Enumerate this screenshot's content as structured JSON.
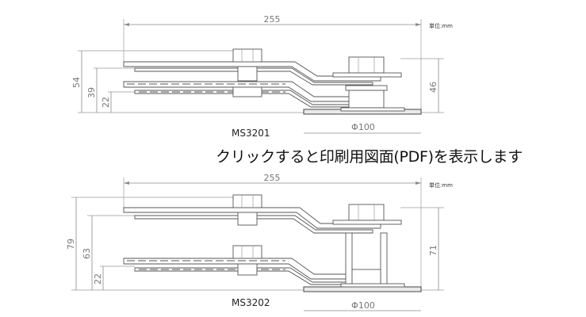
{
  "print_link": "クリックすると印刷用図面(PDF)を表示します",
  "drawings": [
    {
      "model": "MS3201",
      "unit": "単位:mm",
      "dims": {
        "width": "255",
        "overall_height": "54",
        "mid_height": "39",
        "low_height": "22",
        "right_height": "46",
        "diameter": "Φ100"
      }
    },
    {
      "model": "MS3202",
      "unit": "単位:mm",
      "dims": {
        "width": "255",
        "overall_height": "79",
        "mid_height": "63",
        "low_height": "22",
        "right_height": "71",
        "diameter": "Φ100"
      }
    }
  ]
}
